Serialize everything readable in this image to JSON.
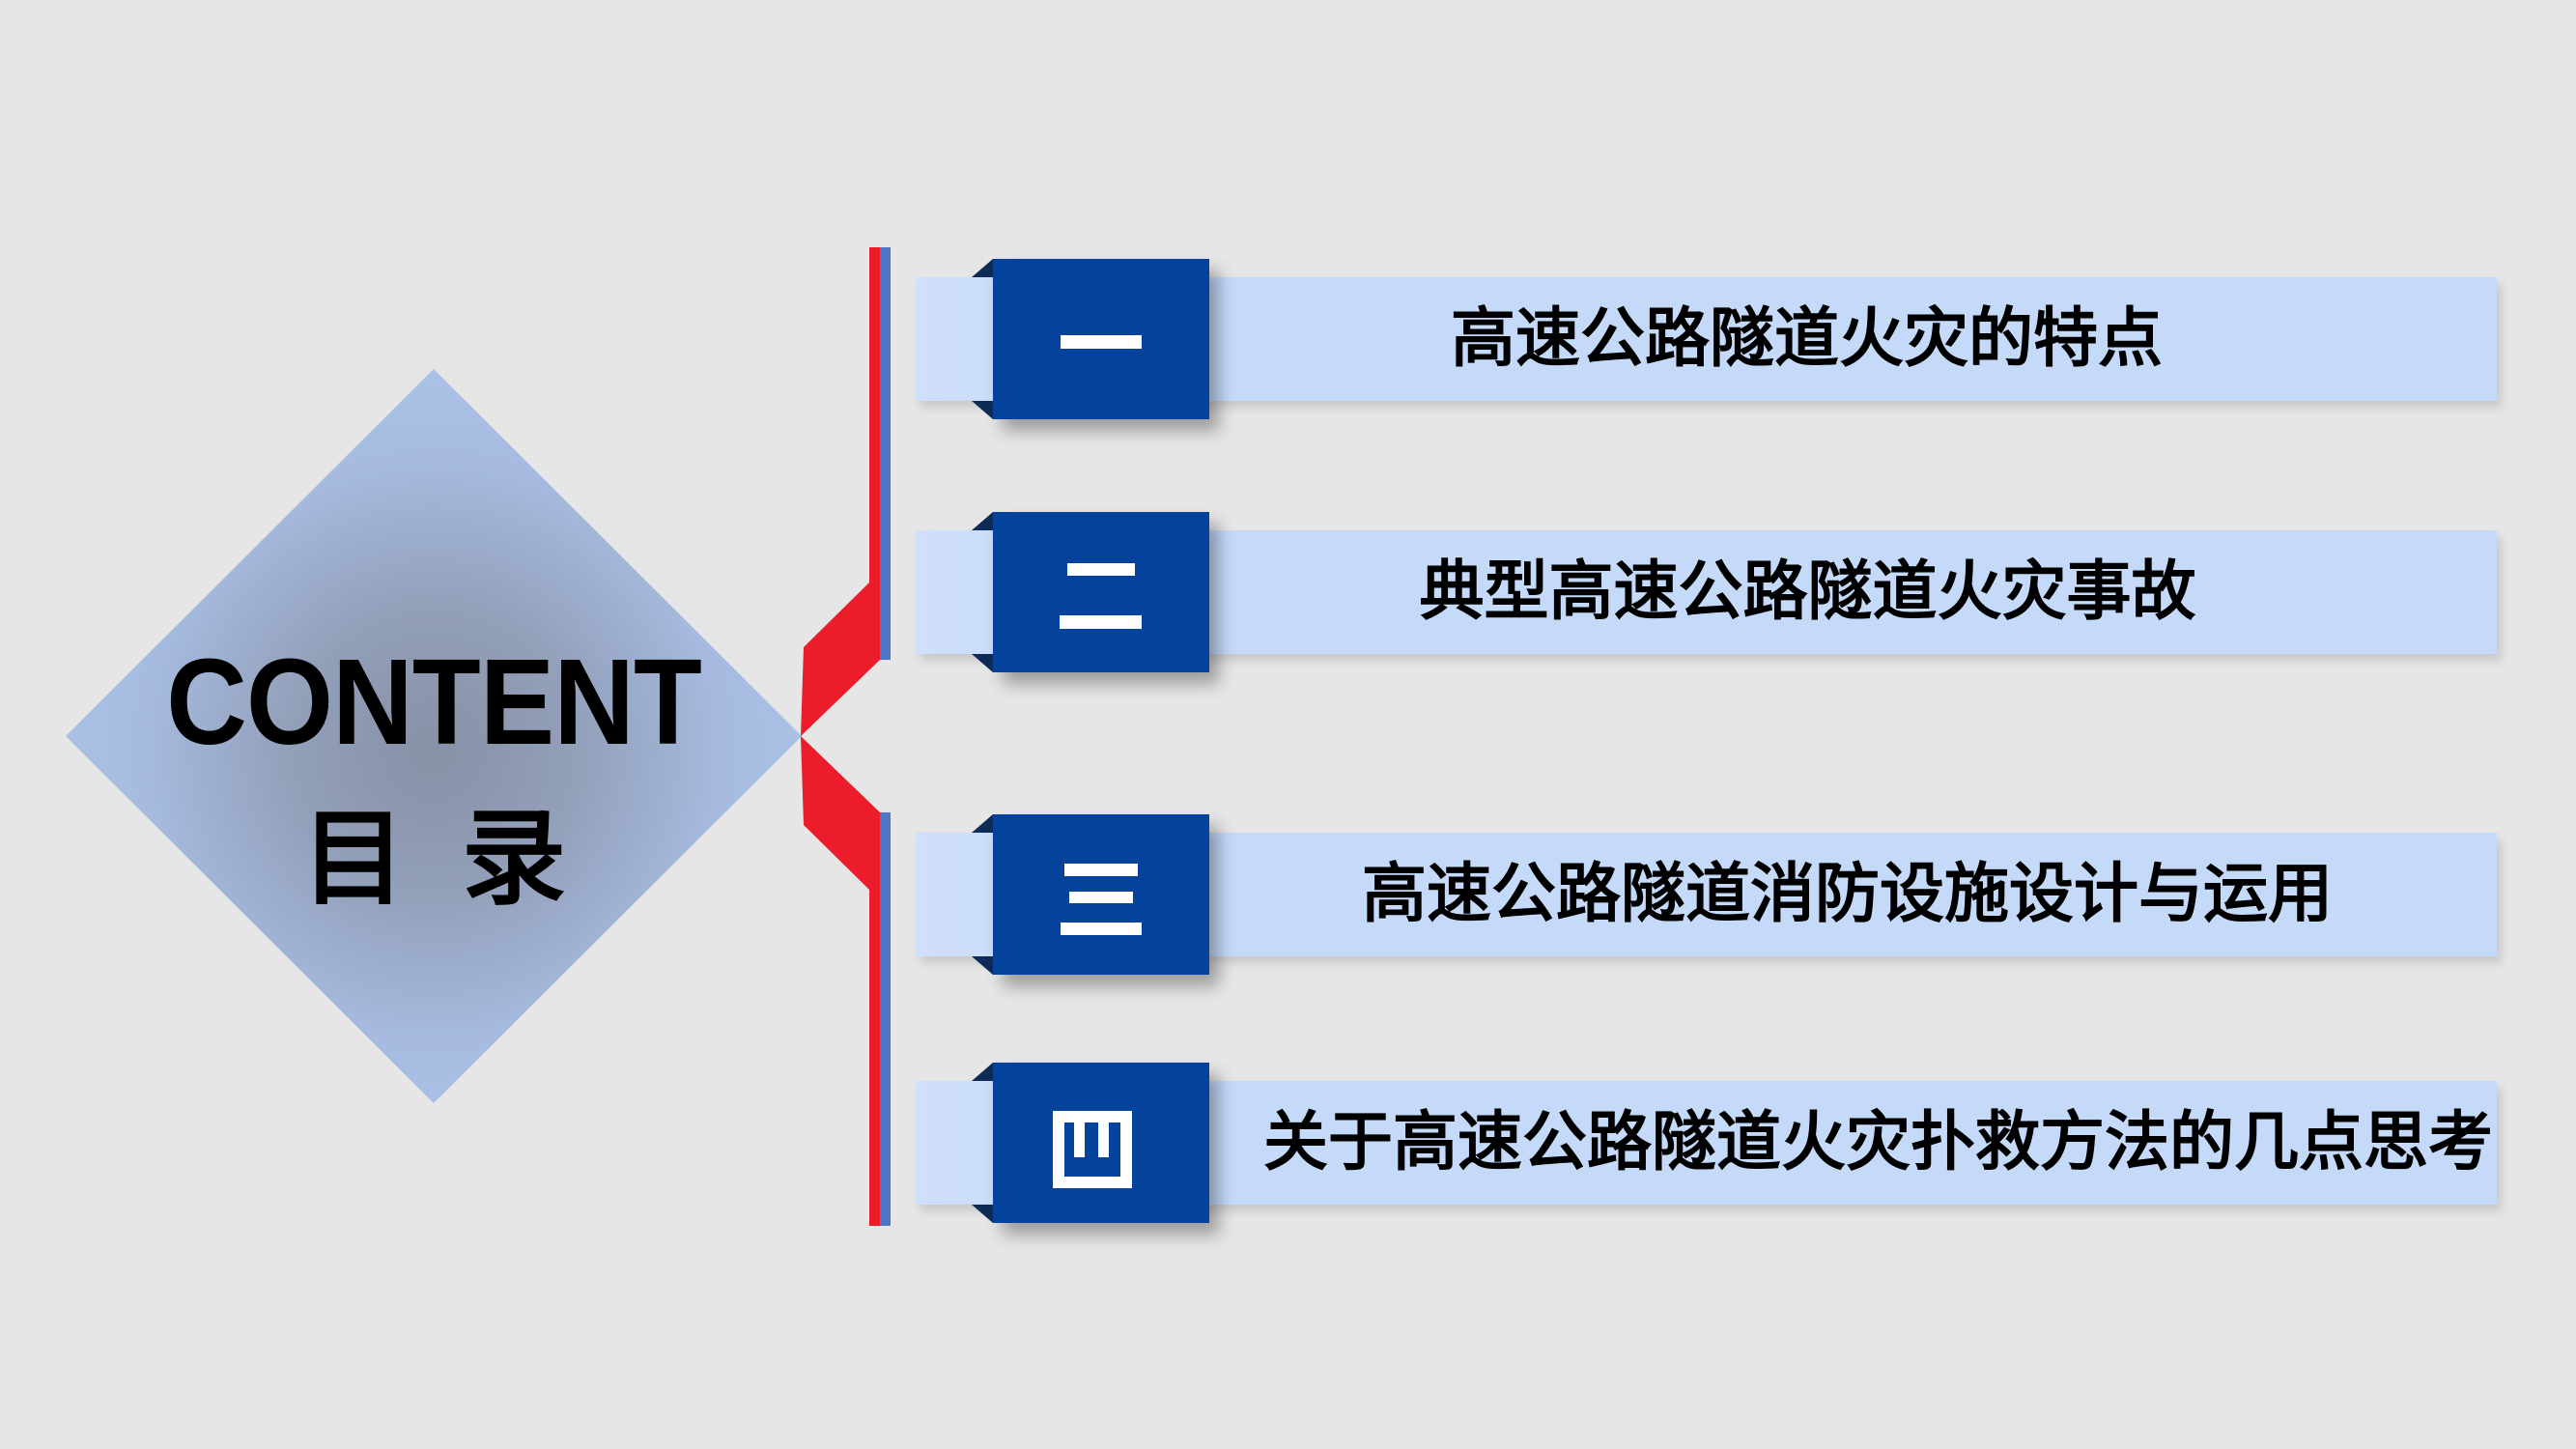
{
  "slide": {
    "title_en": "CONTENT",
    "title_cn": "目 录",
    "items": [
      {
        "num": "一",
        "label": "高速公路隧道火灾的特点"
      },
      {
        "num": "二",
        "label": "典型高速公路隧道火灾事故"
      },
      {
        "num": "三",
        "label": "高速公路隧道消防设施设计与运用"
      },
      {
        "num": "四",
        "label": "关于高速公路隧道火灾扑救方法的几点思考"
      }
    ]
  },
  "colors": {
    "background": "#e6e6e6",
    "accent_red": "#ec1c2b",
    "accent_blue": "#4d75c9",
    "plate_blue": "#05429c",
    "plate_fold_navy": "#0e2b57",
    "bar_blue": "#c5daf9",
    "diamond_center": "#8791a7",
    "diamond_edge": "#abc2e6",
    "text_black": "#000000",
    "text_white": "#ffffff"
  }
}
